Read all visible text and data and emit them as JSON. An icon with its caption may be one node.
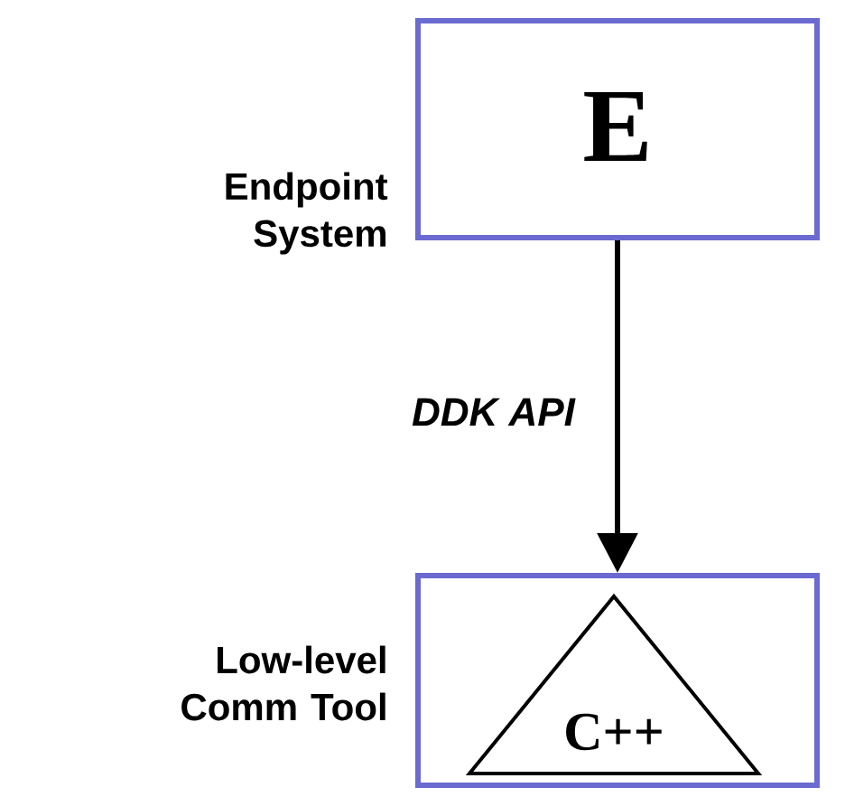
{
  "diagram": {
    "nodes": [
      {
        "text": [
          "E"
        ],
        "beside": [
          "Endpoint System"
        ]
      },
      {
        "text": [
          "C++"
        ],
        "beside": [
          "Low-level Comm Tool"
        ]
      }
    ],
    "edges": [
      {
        "from": 0,
        "to": 1,
        "arrow": "to",
        "label": "DDK API"
      }
    ]
  }
}
